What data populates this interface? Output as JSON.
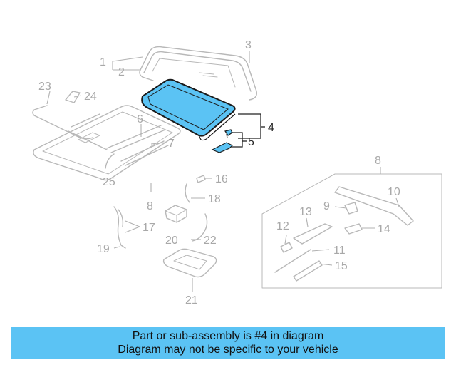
{
  "diagram": {
    "highlight_color": "#5bc3f4",
    "highlighted_part": "4",
    "callouts": [
      "1",
      "2",
      "3",
      "4",
      "5",
      "6",
      "7",
      "8",
      "8",
      "9",
      "10",
      "11",
      "12",
      "13",
      "14",
      "15",
      "16",
      "17",
      "18",
      "19",
      "20",
      "21",
      "22",
      "23",
      "24",
      "25"
    ]
  },
  "banner": {
    "line1": "Part or sub-assembly is #4 in diagram",
    "line2": "Diagram may not be specific to your vehicle",
    "background": "#5bc3f4"
  }
}
